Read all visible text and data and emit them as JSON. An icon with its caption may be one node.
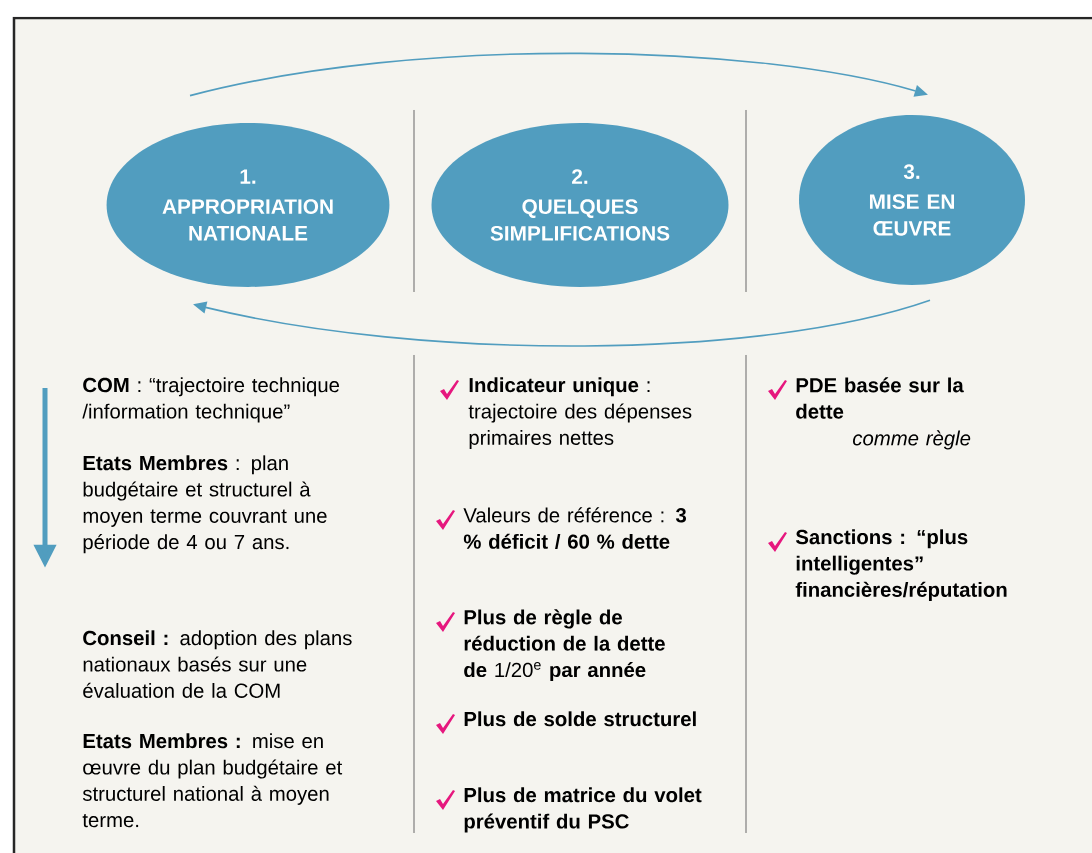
{
  "diagram": {
    "nodes": [
      {
        "text": [
          "1.",
          "APPROPRIATION NATIONALE"
        ]
      },
      {
        "text": [
          "2.",
          "QUELQUES SIMPLIFICATIONS"
        ]
      },
      {
        "text": [
          "3.",
          "MISE EN ŒUVRE"
        ]
      }
    ],
    "edges": [
      {
        "from": 0,
        "to": 2,
        "arrow": "to"
      },
      {
        "from": 2,
        "to": 0,
        "arrow": "to"
      }
    ],
    "labels": [
      "**COM** : “trajectoire technique /information technique”",
      "**Etats Membres** : plan budgétaire et structurel à moyen terme couvrant une période de 4 ou 7 ans.",
      "**Conseil :** adoption des plans nationaux basés sur une évaluation de la COM",
      "**Etats Membres :** mise en œuvre du plan budgétaire et structurel national à moyen terme.",
      "**Indicateur unique** : trajectoire des dépenses primaires nettes",
      "Valeurs de référence : **3 % déficit / 60 % dette**",
      "**Plus de règle de réduction de la dette de** 1/20$^{e}$ **par année**",
      "Plus de solde structurel",
      "Plus de matrice du volet préventif du PSC",
      "PDE basée sur la dette",
      "comme règle",
      "Sanctions : “plus intelligentes” financières/réputation"
    ]
  }
}
